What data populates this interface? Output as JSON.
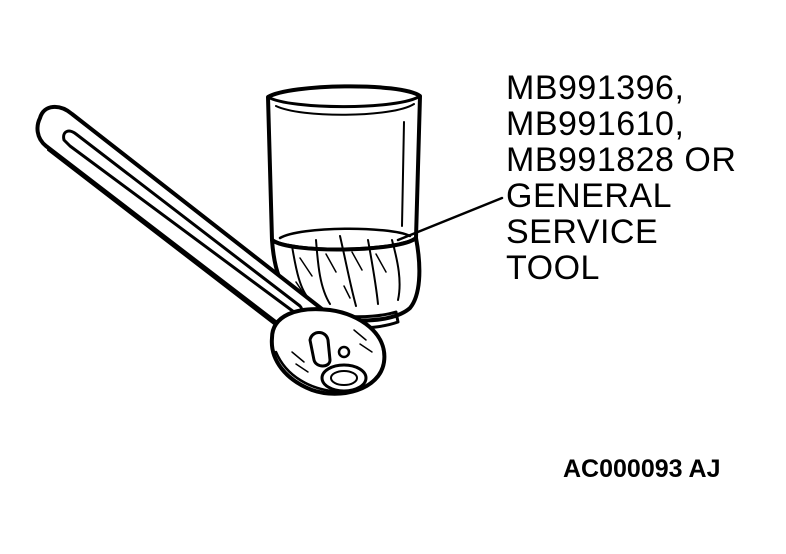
{
  "callout": {
    "lines": [
      "MB991396,",
      "MB991610,",
      "MB991828 OR",
      "GENERAL",
      "SERVICE",
      "TOOL"
    ]
  },
  "figure_id": "AC000093 AJ",
  "colors": {
    "ink": "#000000",
    "paper": "#ffffff"
  }
}
